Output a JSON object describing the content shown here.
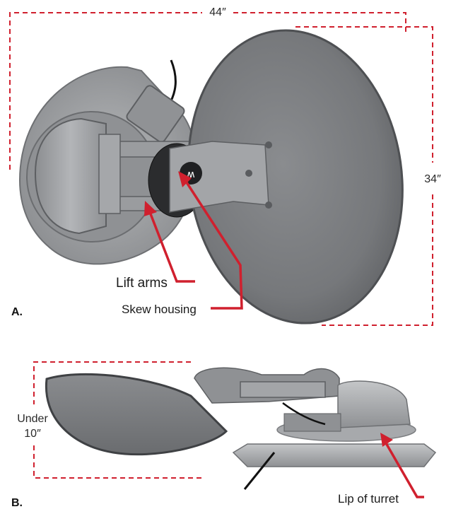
{
  "dimensions": {
    "width": "44″",
    "height": "34″",
    "under_line1": "Under",
    "under_line2": "10″"
  },
  "panels": {
    "a": "A.",
    "b": "B."
  },
  "callouts": {
    "lift_arms": "Lift arms",
    "skew_housing": "Skew housing",
    "lip_of_turret": "Lip of turret"
  },
  "colors": {
    "callout_red": "#d0202e",
    "dish_gray": "#7b7d80",
    "metal_gray": "#a9abad"
  }
}
